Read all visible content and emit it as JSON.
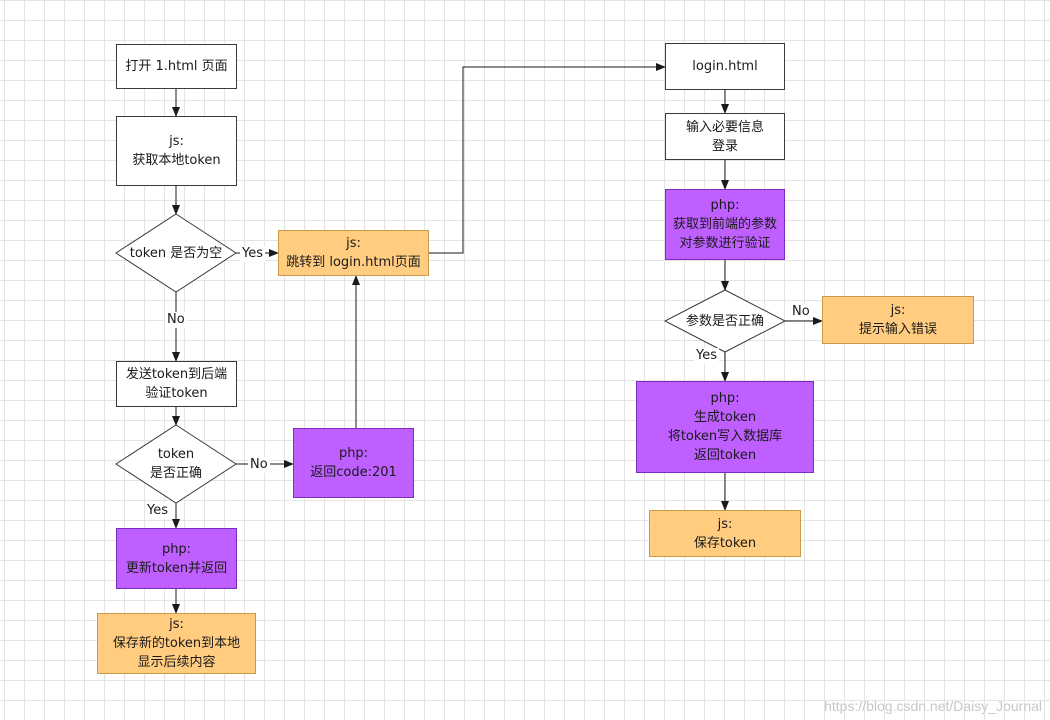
{
  "nodes": {
    "open_page": [
      "打开 1.html 页面"
    ],
    "get_local_token": [
      "js:",
      "获取本地token"
    ],
    "token_empty": [
      "token 是否为空"
    ],
    "redirect_login": [
      "js:",
      "跳转到 login.html页面"
    ],
    "send_token": [
      "发送token到后端",
      "验证token"
    ],
    "token_correct": [
      "token",
      "是否正确"
    ],
    "return_201": [
      "php:",
      "返回code:201"
    ],
    "update_token": [
      "php:",
      "更新token并返回"
    ],
    "save_new_token": [
      "js:",
      "保存新的token到本地",
      "显示后续内容"
    ],
    "login_html": [
      "login.html"
    ],
    "input_info": [
      "输入必要信息",
      "登录"
    ],
    "get_params": [
      "php:",
      "获取到前端的参数",
      "对参数进行验证"
    ],
    "params_correct": [
      "参数是否正确"
    ],
    "input_error": [
      "js:",
      "提示输入错误"
    ],
    "gen_token": [
      "php:",
      "生成token",
      "将token写入数据库",
      "返回token"
    ],
    "save_token": [
      "js:",
      "保存token"
    ]
  },
  "edge_labels": {
    "yes": "Yes",
    "no": "No"
  },
  "colors": {
    "orange_fill": "#ffcc80",
    "purple_fill": "#bf5fff",
    "line": "#1a1a1a"
  },
  "watermark": "https://blog.csdn.net/Daisy_Journal"
}
